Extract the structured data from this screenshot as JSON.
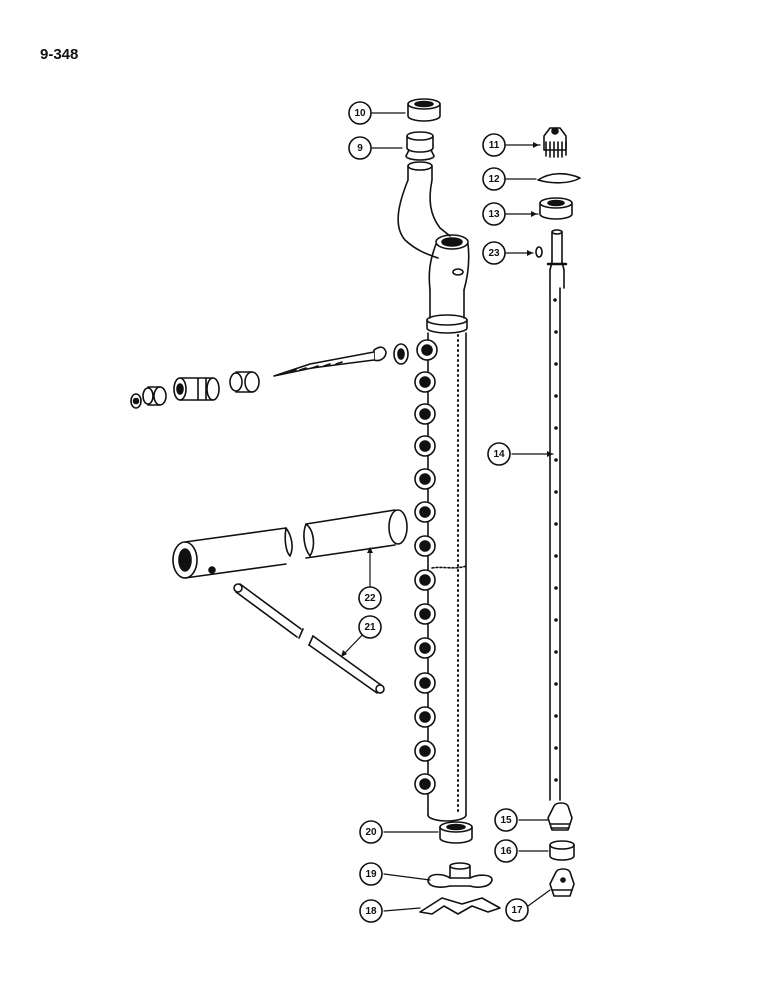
{
  "page_label": "9-348",
  "callouts": [
    {
      "id": "c10",
      "number": "10"
    },
    {
      "id": "c9",
      "number": "9"
    },
    {
      "id": "c11",
      "number": "11"
    },
    {
      "id": "c12",
      "number": "12"
    },
    {
      "id": "c13",
      "number": "13"
    },
    {
      "id": "c23",
      "number": "23"
    },
    {
      "id": "c14",
      "number": "14"
    },
    {
      "id": "c22",
      "number": "22"
    },
    {
      "id": "c21",
      "number": "21"
    },
    {
      "id": "c15",
      "number": "15"
    },
    {
      "id": "c16",
      "number": "16"
    },
    {
      "id": "c20",
      "number": "20"
    },
    {
      "id": "c19",
      "number": "19"
    },
    {
      "id": "c17",
      "number": "17"
    },
    {
      "id": "c18",
      "number": "18"
    }
  ]
}
